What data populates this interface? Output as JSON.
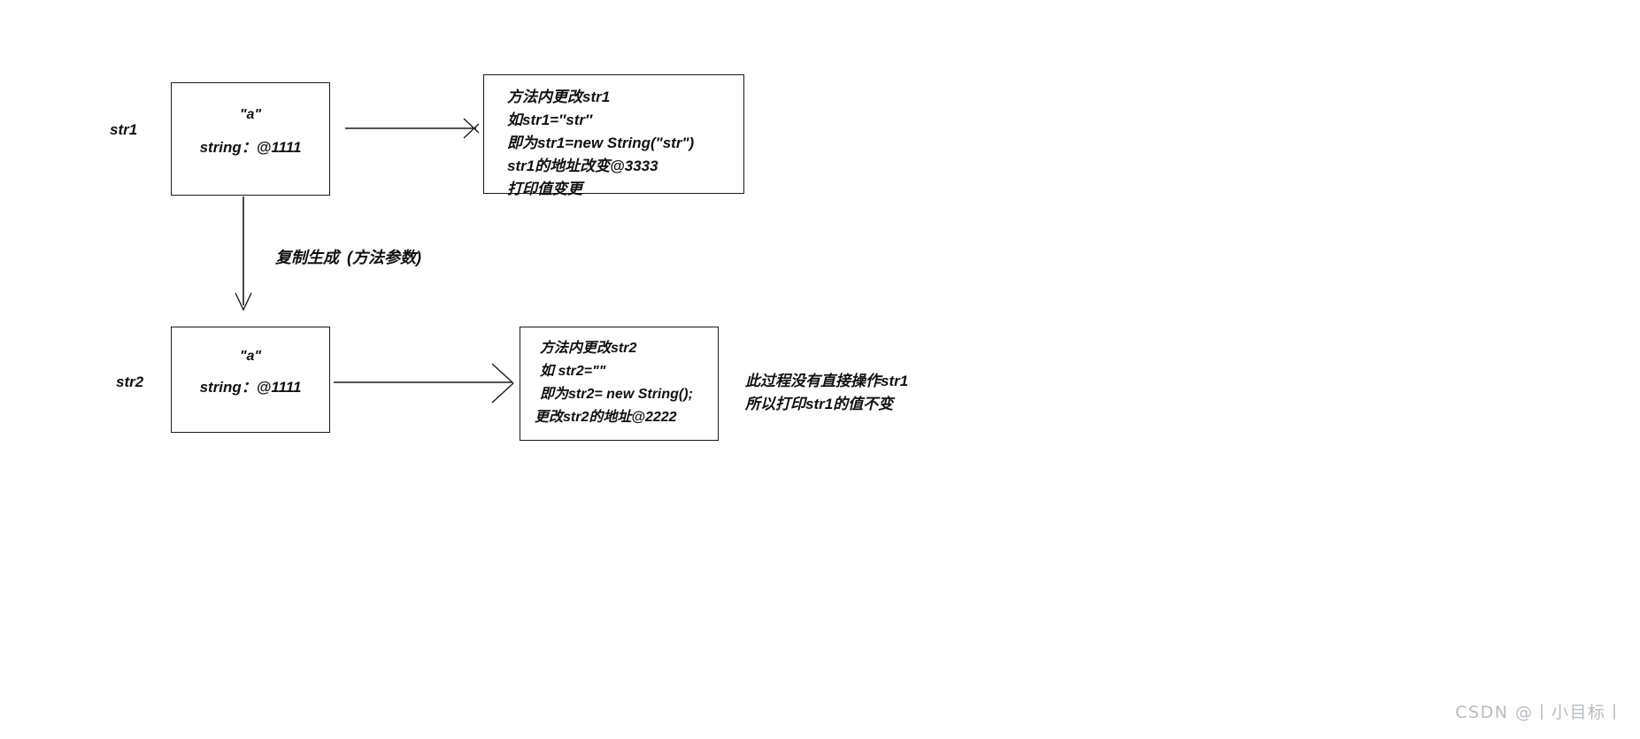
{
  "diagram": {
    "title": "Java String reference passing diagram",
    "stroke_color": "#1a1a1a",
    "text_color": "#111111",
    "background": "#ffffff"
  },
  "labels": {
    "str1": "str1",
    "str2": "str2",
    "copy_create": "复制生成",
    "method_param": "(方法参数)"
  },
  "str1_box": {
    "value": "\"a\"",
    "type_addr": "string：@1111"
  },
  "str2_box": {
    "value": "\"a\"",
    "type_addr": "string：@1111"
  },
  "note1": {
    "lines": [
      "方法内更改str1",
      "如str1=″str″",
      "即为str1=new String(\"str\")",
      "str1的地址改变@3333",
      "打印值变更"
    ]
  },
  "note2": {
    "lines": [
      "方法内更改str2",
      "如 str2=\"\"",
      "即为str2= new String();",
      "更改str2的地址@2222"
    ]
  },
  "side_note": {
    "lines": [
      "此过程没有直接操作str1",
      "所以打印str1的值不变"
    ]
  },
  "watermark": {
    "text": "CSDN @丨小目标丨"
  }
}
